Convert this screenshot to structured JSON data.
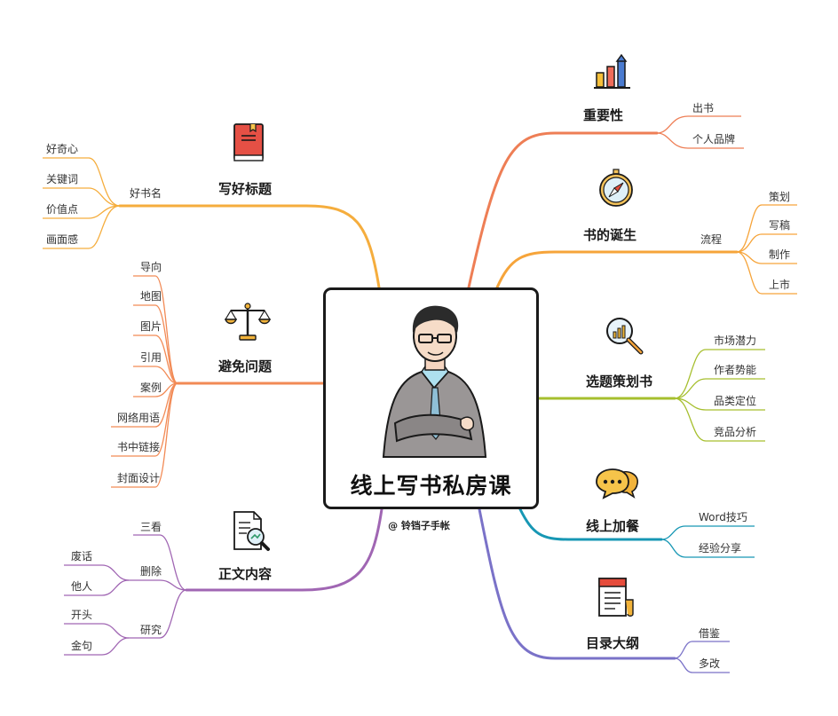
{
  "center": {
    "title": "线上写书私房课",
    "credit": "@ 铃铛子手帐"
  },
  "branches": {
    "importance": {
      "label": "重要性",
      "color": "#ee7e55",
      "children": [
        "出书",
        "个人品牌"
      ]
    },
    "birth": {
      "label": "书的诞生",
      "color": "#f6a43a",
      "mid": "流程",
      "children": [
        "策划",
        "写稿",
        "制作",
        "上市"
      ]
    },
    "topic": {
      "label": "选题策划书",
      "color": "#a6bf2e",
      "children": [
        "市场潜力",
        "作者势能",
        "品类定位",
        "竞品分析"
      ]
    },
    "online": {
      "label": "线上加餐",
      "color": "#1797b4",
      "children": [
        "Word技巧",
        "经验分享"
      ]
    },
    "outline": {
      "label": "目录大纲",
      "color": "#7a72c8",
      "children": [
        "借鉴",
        "多改"
      ]
    },
    "title_writing": {
      "label": "写好标题",
      "color": "#f5ad3d",
      "mid": "好书名",
      "children": [
        "好奇心",
        "关键词",
        "价值点",
        "画面感"
      ]
    },
    "avoid": {
      "label": "避免问题",
      "color": "#f28a55",
      "children": [
        "导向",
        "地图",
        "图片",
        "引用",
        "案例",
        "网络用语",
        "书中链接",
        "封面设计"
      ]
    },
    "content": {
      "label": "正文内容",
      "color": "#a066b3",
      "look": "三看",
      "delete": {
        "label": "删除",
        "children": [
          "废话",
          "他人"
        ]
      },
      "research": {
        "label": "研究",
        "children": [
          "开头",
          "金句"
        ]
      }
    }
  }
}
